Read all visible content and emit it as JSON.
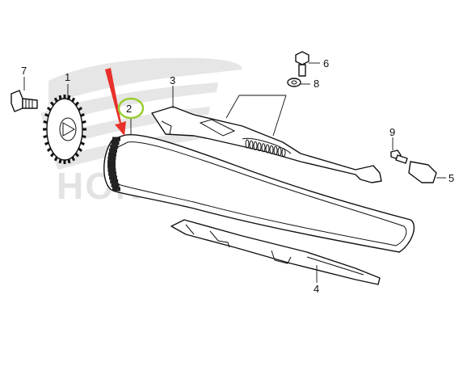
{
  "watermark": {
    "text": "HONDA",
    "color": "#e3e3e3"
  },
  "callouts": [
    {
      "id": "1",
      "label": "1"
    },
    {
      "id": "2",
      "label": "2"
    },
    {
      "id": "3",
      "label": "3"
    },
    {
      "id": "4",
      "label": "4"
    },
    {
      "id": "5",
      "label": "5"
    },
    {
      "id": "6",
      "label": "6"
    },
    {
      "id": "7",
      "label": "7"
    },
    {
      "id": "8",
      "label": "8"
    },
    {
      "id": "9",
      "label": "9"
    }
  ],
  "highlight": {
    "target": "2",
    "circle_color": "#9acd32",
    "arrow_color": "#e8302a",
    "arrow_icon": "red-arrow-icon"
  },
  "parts": {
    "sprocket": "cam-sprocket-icon",
    "chain": "cam-chain-icon",
    "tensioner_arm": "tensioner-arm-icon",
    "guide": "chain-guide-icon",
    "bolts": "bolt-icon",
    "washer": "washer-icon",
    "bracket": "bracket-icon"
  }
}
